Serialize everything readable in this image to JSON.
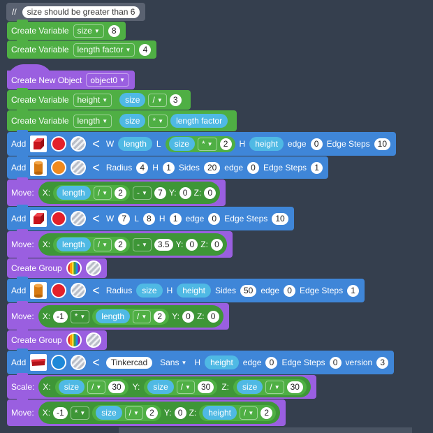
{
  "comment": {
    "marker": "//",
    "text": "size should be greater than 6"
  },
  "vars1": [
    {
      "label": "Create Variable",
      "name": "size",
      "value": "8"
    },
    {
      "label": "Create Variable",
      "name": "length factor",
      "value": "4"
    }
  ],
  "new_object": {
    "label": "Create New Object",
    "name": "object0"
  },
  "var_height": {
    "label": "Create Variable",
    "name": "height",
    "ref": "size",
    "op": "/",
    "value": "3"
  },
  "var_length": {
    "label": "Create Variable",
    "name": "length",
    "ref": "size",
    "op": "*",
    "ref2": "length factor"
  },
  "add1": {
    "label": "Add",
    "color": "#e3202a",
    "w_label": "W",
    "w_ref": "length",
    "l_label": "L",
    "l_ref": "size",
    "l_op": "*",
    "l_value": "2",
    "h_label": "H",
    "h_ref": "height",
    "edge_label": "edge",
    "edge": "0",
    "steps_label": "Edge Steps",
    "steps": "10"
  },
  "add2": {
    "label": "Add",
    "color": "#f08a1e",
    "radius_label": "Radius",
    "radius": "4",
    "h_label": "H",
    "h": "1",
    "sides_label": "Sides",
    "sides": "20",
    "edge_label": "edge",
    "edge": "0",
    "steps_label": "Edge Steps",
    "steps": "1"
  },
  "move1": {
    "label": "Move:",
    "x_label": "X:",
    "ref": "length",
    "op1": "/",
    "v1": "2",
    "op2": "-",
    "v2": "7",
    "y_label": "Y:",
    "y": "0",
    "z_label": "Z:",
    "z": "0"
  },
  "add3": {
    "label": "Add",
    "color": "#e3202a",
    "w_label": "W",
    "w": "7",
    "l_label": "L",
    "l": "8",
    "h_label": "H",
    "h": "1",
    "edge_label": "edge",
    "edge": "0",
    "steps_label": "Edge Steps",
    "steps": "10"
  },
  "move2": {
    "label": "Move:",
    "x_label": "X:",
    "ref": "length",
    "op1": "/",
    "v1": "2",
    "op2": "-",
    "v2": "3.5",
    "y_label": "Y:",
    "y": "0",
    "z_label": "Z:",
    "z": "0"
  },
  "group1": {
    "label": "Create Group"
  },
  "add4": {
    "label": "Add",
    "color": "#e3202a",
    "radius_label": "Radius",
    "radius_ref": "size",
    "h_label": "H",
    "h_ref": "height",
    "sides_label": "Sides",
    "sides": "50",
    "edge_label": "edge",
    "edge": "0",
    "steps_label": "Edge Steps",
    "steps": "1"
  },
  "move3": {
    "label": "Move:",
    "x_label": "X:",
    "v0": "-1",
    "op0": "*",
    "ref": "length",
    "op1": "/",
    "v1": "2",
    "y_label": "Y:",
    "y": "0",
    "z_label": "Z:",
    "z": "0"
  },
  "group2": {
    "label": "Create Group"
  },
  "add5": {
    "label": "Add",
    "color": "#1e88d8",
    "text": "Tinkercad",
    "font": "Sans",
    "h_label": "H",
    "h_ref": "height",
    "edge_label": "edge",
    "edge": "0",
    "steps_label": "Edge Steps",
    "steps": "0",
    "version_label": "version",
    "version": "3"
  },
  "scale": {
    "label": "Scale:",
    "x_label": "X:",
    "x_ref": "size",
    "x_op": "/",
    "x_v": "30",
    "y_label": "Y:",
    "y_ref": "size",
    "y_op": "/",
    "y_v": "30",
    "z_label": "Z:",
    "z_ref": "size",
    "z_op": "/",
    "z_v": "30"
  },
  "move4": {
    "label": "Move:",
    "x_label": "X:",
    "v0": "-1",
    "op0": "*",
    "ref": "size",
    "op1": "/",
    "v1": "2",
    "y_label": "Y:",
    "y": "0",
    "z_label": "Z:",
    "z_ref": "height",
    "z_op": "/",
    "z_v": "2"
  }
}
